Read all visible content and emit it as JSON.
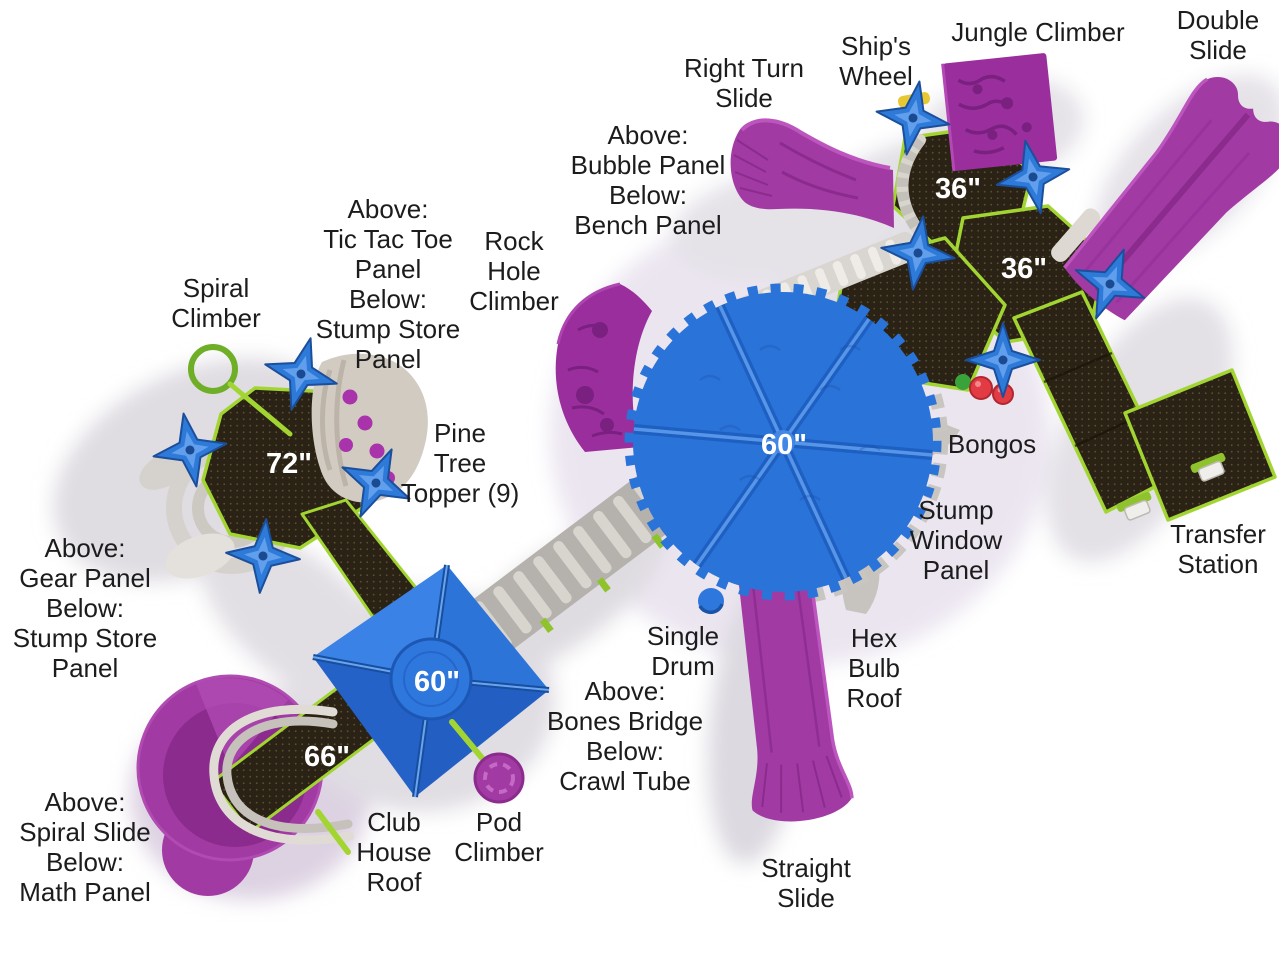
{
  "diagram": {
    "kind": "playground-structure-top-view",
    "background": "#ffffff"
  },
  "colors": {
    "slide_purple": "#a23aa4",
    "slide_purple_dark": "#8a2b8d",
    "slide_purple_light": "#bd55bf",
    "deck_brown": "#2a2214",
    "edge_lime": "#a2d532",
    "roof_blue": "#2a73d8",
    "roof_blue_dark": "#1e5fc2",
    "star_blue": "#2e7ad9",
    "rail_gray": "#d6d2cc",
    "climber_tan": "#d2cbc2",
    "bongo_red": "#e23b44",
    "wheel_yellow": "#e8c832",
    "label_text": "#1c1c1c",
    "size_text": "#ffffff"
  },
  "labels": {
    "right_turn_slide": {
      "lines": [
        "Right Turn",
        "Slide"
      ]
    },
    "ships_wheel": {
      "lines": [
        "Ship's",
        "Wheel"
      ]
    },
    "jungle_climber": {
      "lines": [
        "Jungle Climber"
      ]
    },
    "double_slide": {
      "lines": [
        "Double",
        "Slide"
      ]
    },
    "bubble_bench": {
      "lines": [
        "Above:",
        "Bubble Panel",
        "Below:",
        "Bench Panel"
      ]
    },
    "tic_tac_toe": {
      "lines": [
        "Above:",
        "Tic Tac Toe",
        "Panel",
        "Below:",
        "Stump Store",
        "Panel"
      ]
    },
    "rock_hole_climber": {
      "lines": [
        "Rock",
        "Hole",
        "Climber"
      ]
    },
    "spiral_climber": {
      "lines": [
        "Spiral",
        "Climber"
      ]
    },
    "pine_tree_topper": {
      "lines": [
        "Pine",
        "Tree",
        "Topper (9)"
      ]
    },
    "bongos": {
      "lines": [
        "Bongos"
      ]
    },
    "stump_window_panel": {
      "lines": [
        "Stump",
        "Window",
        "Panel"
      ]
    },
    "transfer_station": {
      "lines": [
        "Transfer",
        "Station"
      ]
    },
    "gear_stump_store": {
      "lines": [
        "Above:",
        "Gear Panel",
        "Below:",
        "Stump Store",
        "Panel"
      ]
    },
    "single_drum": {
      "lines": [
        "Single",
        "Drum"
      ]
    },
    "hex_bulb_roof": {
      "lines": [
        "Hex",
        "Bulb",
        "Roof"
      ]
    },
    "bones_crawl": {
      "lines": [
        "Above:",
        "Bones Bridge",
        "Below:",
        "Crawl Tube"
      ]
    },
    "spiral_slide_math": {
      "lines": [
        "Above:",
        "Spiral Slide",
        "Below:",
        "Math Panel"
      ]
    },
    "club_house_roof": {
      "lines": [
        "Club",
        "House",
        "Roof"
      ]
    },
    "pod_climber": {
      "lines": [
        "Pod",
        "Climber"
      ]
    },
    "straight_slide": {
      "lines": [
        "Straight",
        "Slide"
      ]
    }
  },
  "deck_sizes": {
    "tower_72": "72\"",
    "hex_upper_36": "36\"",
    "hex_lower_36": "36\"",
    "hex_bulb_roof_60": "60\"",
    "club_house_roof_60": "60\"",
    "bridge_66": "66\""
  }
}
